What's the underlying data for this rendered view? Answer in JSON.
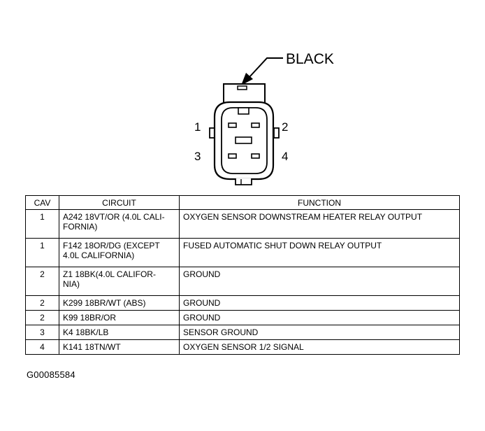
{
  "connector": {
    "color_label": "BLACK",
    "pin_labels": [
      "1",
      "2",
      "3",
      "4"
    ]
  },
  "table": {
    "headers": {
      "cav": "CAV",
      "circuit": "CIRCUIT",
      "function": "FUNCTION"
    },
    "rows": [
      {
        "cav": "1",
        "circuit": "A242 18VT/OR (4.0L CALI-\nFORNIA)",
        "function": "OXYGEN SENSOR DOWNSTREAM HEATER RELAY OUTPUT"
      },
      {
        "cav": "1",
        "circuit": "F142 18OR/DG (EXCEPT\n4.0L CALIFORNIA)",
        "function": "FUSED AUTOMATIC SHUT DOWN RELAY OUTPUT"
      },
      {
        "cav": "2",
        "circuit": "Z1 18BK(4.0L CALIFOR-\nNIA)",
        "function": "GROUND"
      },
      {
        "cav": "2",
        "circuit": "K299 18BR/WT (ABS)",
        "function": "GROUND"
      },
      {
        "cav": "2",
        "circuit": "K99 18BR/OR",
        "function": "GROUND"
      },
      {
        "cav": "3",
        "circuit": "K4 18BK/LB",
        "function": "SENSOR GROUND"
      },
      {
        "cav": "4",
        "circuit": "K141 18TN/WT",
        "function": "OXYGEN SENSOR 1/2 SIGNAL"
      }
    ]
  },
  "diagram_id": "G00085584"
}
